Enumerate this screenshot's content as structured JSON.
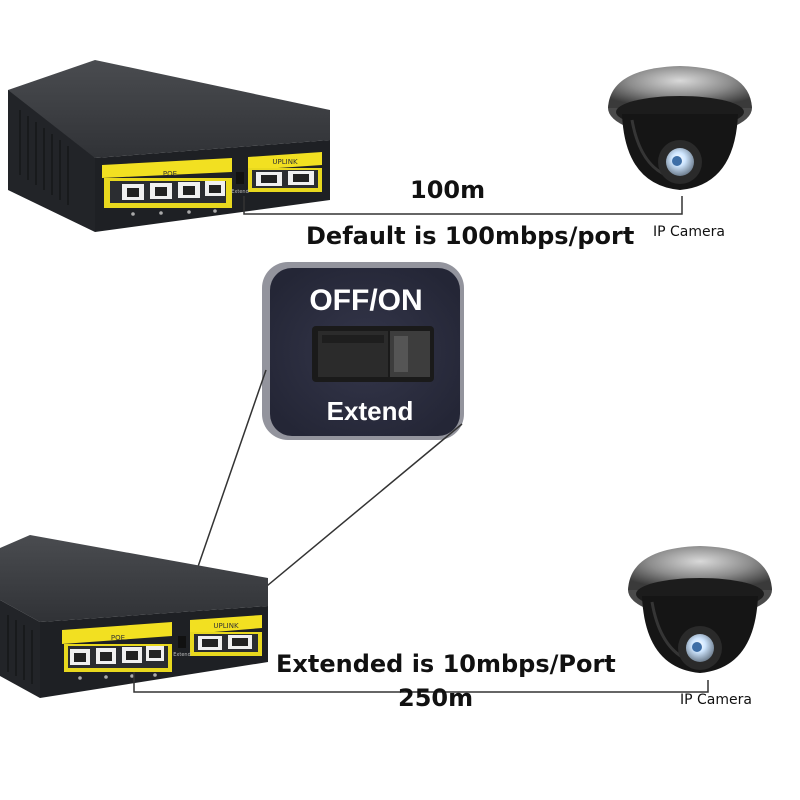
{
  "colors": {
    "accent_yellow": "#f2e021",
    "switch_body": "#2b2d31",
    "zoom_panel": "#2e3040",
    "line": "#333333"
  },
  "top": {
    "distance": "100m",
    "speed_note": "Default is 100mbps/port",
    "camera_label": "IP Camera",
    "switch": {
      "poe_label": "POE",
      "uplink_label": "UPLINK",
      "extend_label": "Extend"
    }
  },
  "zoom": {
    "toggle_label": "OFF/ON",
    "extend_label": "Extend"
  },
  "bottom": {
    "distance": "250m",
    "speed_note": "Extended is 10mbps/Port",
    "camera_label": "IP Camera",
    "switch": {
      "poe_label": "POE",
      "uplink_label": "UPLINK",
      "extend_label": "Extend"
    }
  },
  "icons": [
    "poe-switch-icon",
    "dome-camera-icon",
    "dip-switch-icon"
  ]
}
